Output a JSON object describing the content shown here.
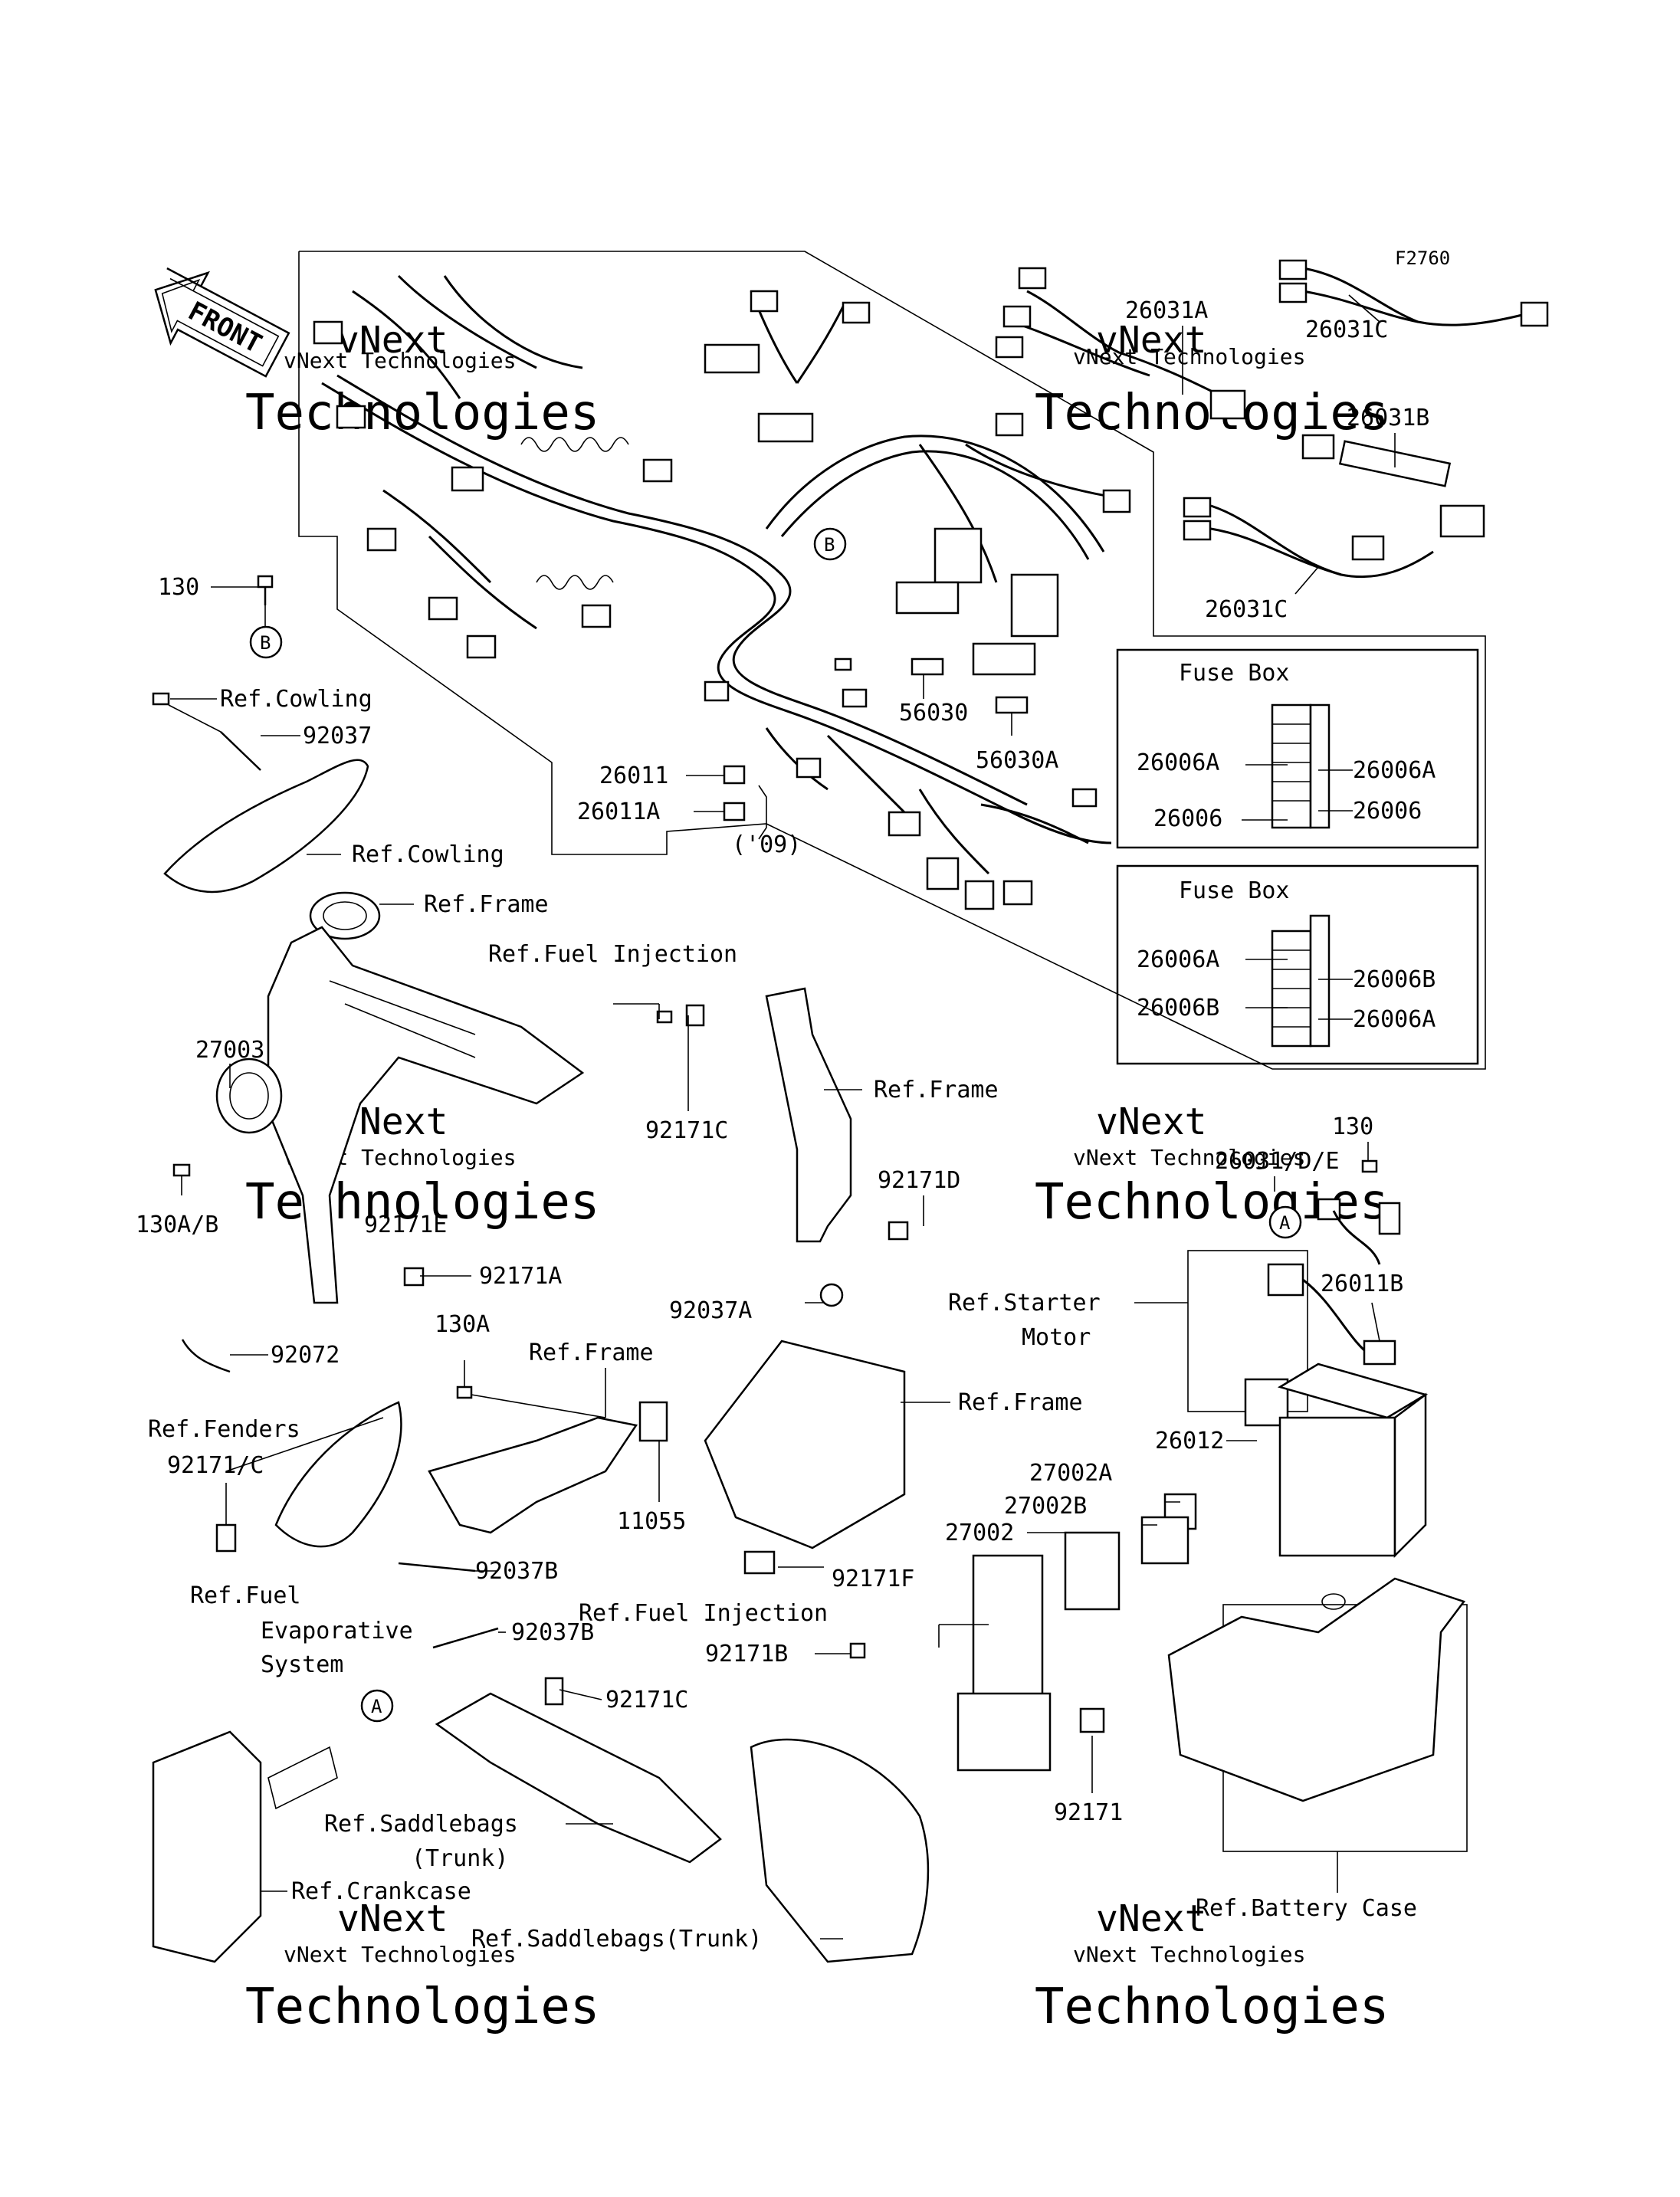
{
  "figure_code": "F2760",
  "front_label": "FRONT",
  "watermarks": [
    "vNext",
    "Technologies",
    "vNext Technologies"
  ],
  "fuse_box_1": {
    "title": "Fuse Box",
    "left_labels": [
      "26006A",
      "26006"
    ],
    "right_labels": [
      "26006A",
      "26006"
    ]
  },
  "fuse_box_2": {
    "title": "Fuse Box",
    "left_labels": [
      "26006A",
      "26006B"
    ],
    "right_labels": [
      "26006B",
      "26006A"
    ]
  },
  "callouts": {
    "a": "A",
    "b": "B"
  },
  "labels": {
    "p26031A": "26031A",
    "p26031C_top": "26031C",
    "p26031B": "26031B",
    "p26031C_mid": "26031C",
    "p130_left": "130",
    "ref_cowling_1": "Ref.Cowling",
    "p92037": "92037",
    "ref_cowling_2": "Ref.Cowling",
    "p26011": "26011",
    "p26011A": "26011A",
    "p09": "('09)",
    "p56030": "56030",
    "p56030A": "56030A",
    "ref_frame_1": "Ref.Frame",
    "ref_fuel_injection_1": "Ref.Fuel Injection",
    "p27003": "27003",
    "p92171C_1": "92171C",
    "ref_frame_2": "Ref.Frame",
    "p92171D": "92171D",
    "p26031DE": "26031/D/E",
    "p130_right": "130",
    "p130AB": "130A/B",
    "p92171E": "92171E",
    "p92171A": "92171A",
    "p130A": "130A",
    "ref_frame_3": "Ref.Frame",
    "p92037A": "92037A",
    "ref_starter_motor_1": "Ref.Starter",
    "ref_starter_motor_2": "Motor",
    "p26011B": "26011B",
    "p92072": "92072",
    "ref_frame_4": "Ref.Frame",
    "ref_fenders": "Ref.Fenders",
    "p92171C_2": "92171/C",
    "p11055": "11055",
    "p26012": "26012",
    "p27002A": "27002A",
    "p27002B": "27002B",
    "p27002": "27002",
    "p92037B_1": "92037B",
    "p92171F": "92171F",
    "ref_fuel_evap_1": "Ref.Fuel",
    "ref_fuel_evap_2": "Evaporative",
    "ref_fuel_evap_3": "System",
    "ref_fuel_injection_2": "Ref.Fuel Injection",
    "p92037B_2": "92037B",
    "p92171B": "92171B",
    "p92171C_3": "92171C",
    "p92171": "92171",
    "ref_saddlebags_1a": "Ref.Saddlebags",
    "ref_saddlebags_1b": "(Trunk)",
    "ref_crankcase": "Ref.Crankcase",
    "ref_saddlebags_2": "Ref.Saddlebags(Trunk)",
    "ref_battery_case": "Ref.Battery Case"
  }
}
